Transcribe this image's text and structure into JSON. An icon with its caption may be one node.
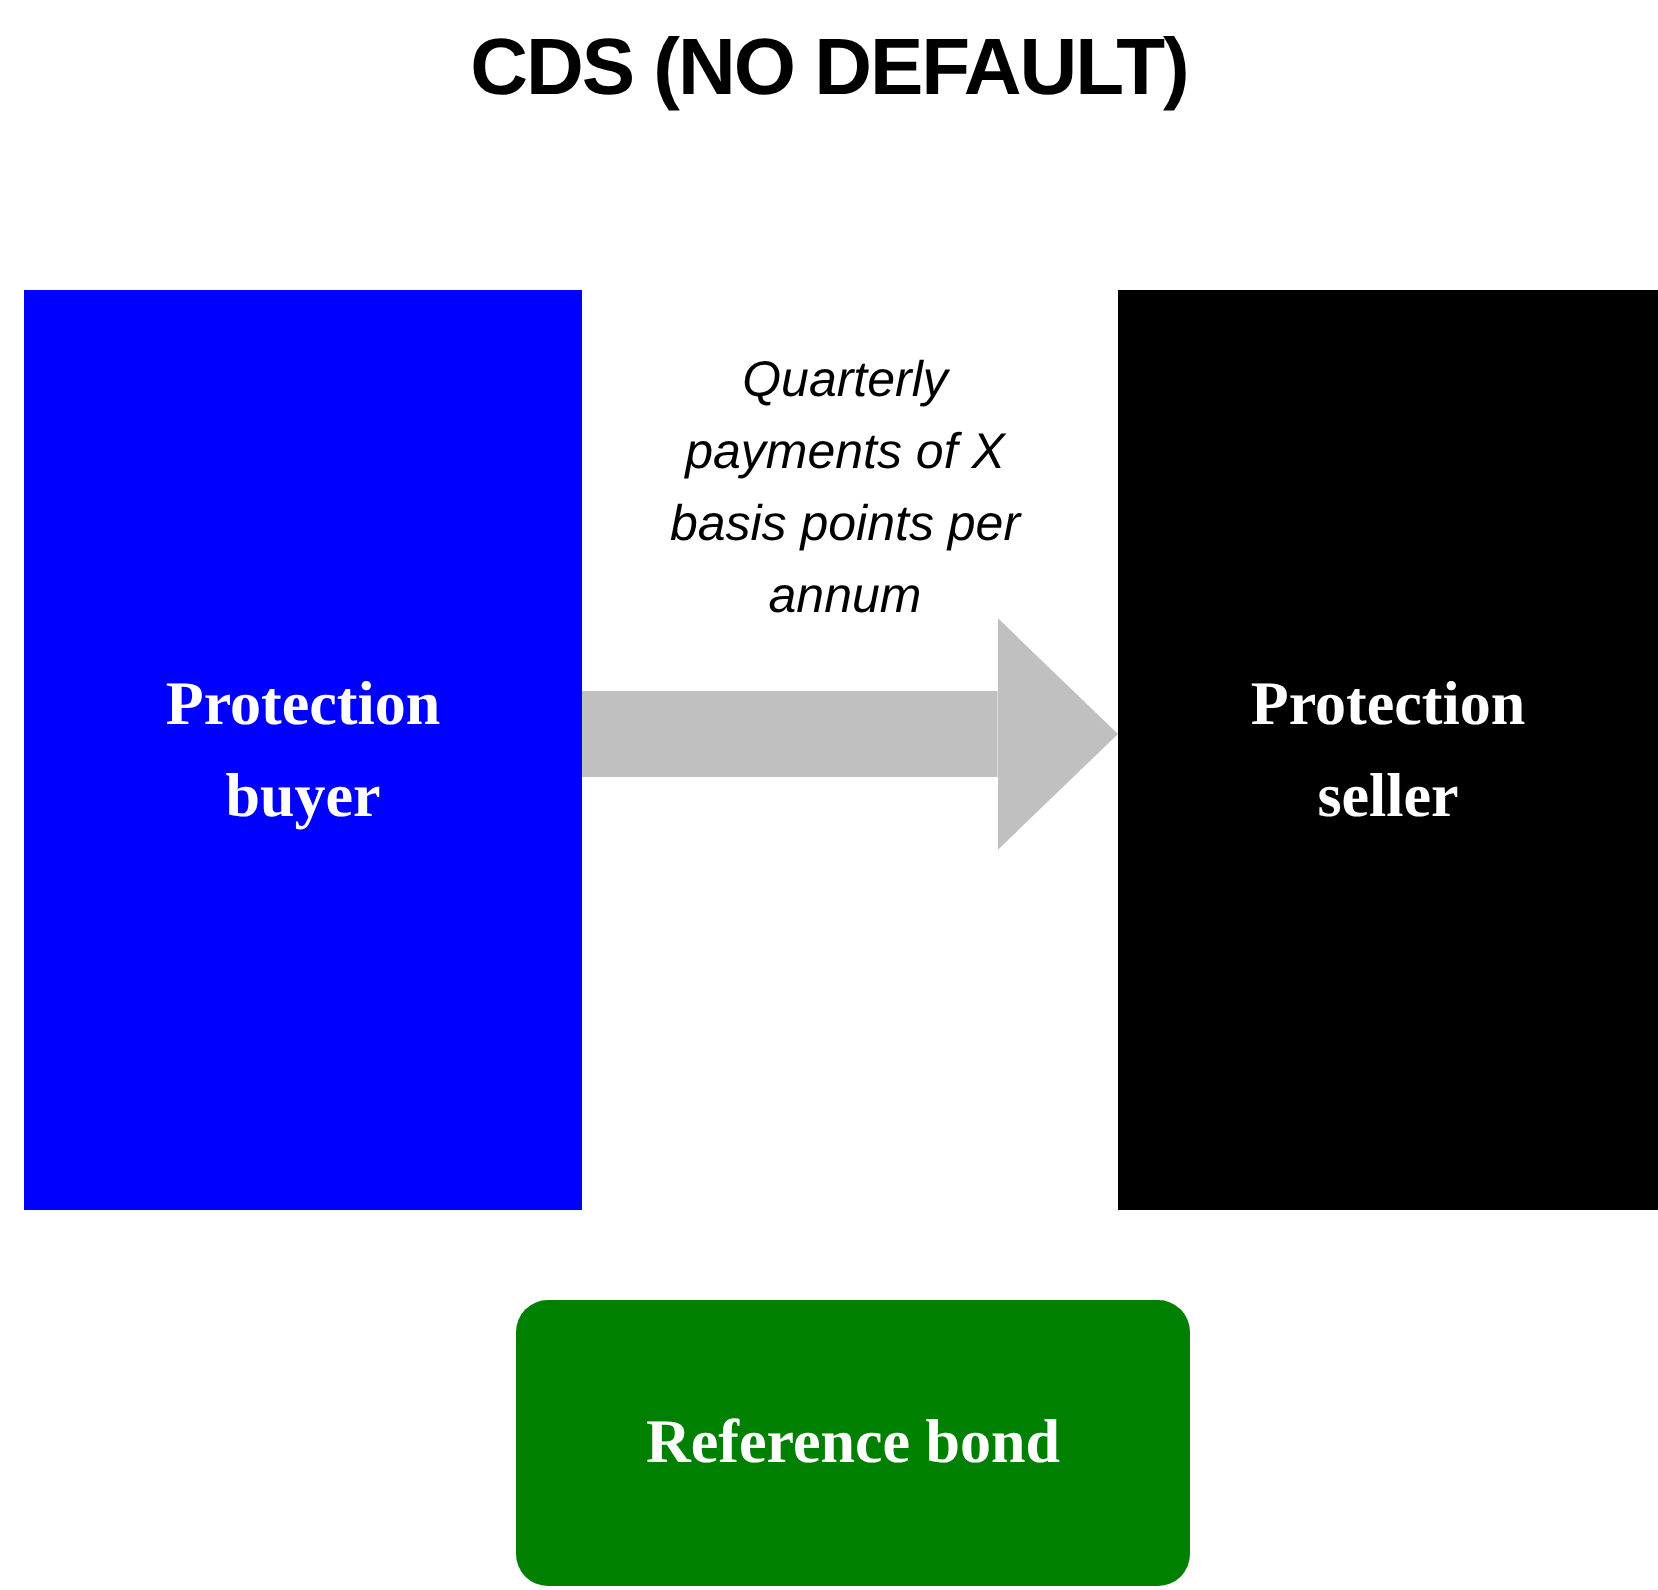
{
  "diagram": {
    "title": "CDS (NO DEFAULT)",
    "nodes": [
      {
        "text": [
          "Protection buyer"
        ]
      },
      {
        "text": [
          "Protection seller"
        ]
      },
      {
        "text": [
          "Reference bond"
        ]
      }
    ],
    "edges": [
      {
        "from": 0,
        "to": 1,
        "arrow": "to",
        "label": "Quarterly payments of X basis points per annum",
        "color": "#c0c0c0"
      }
    ]
  }
}
